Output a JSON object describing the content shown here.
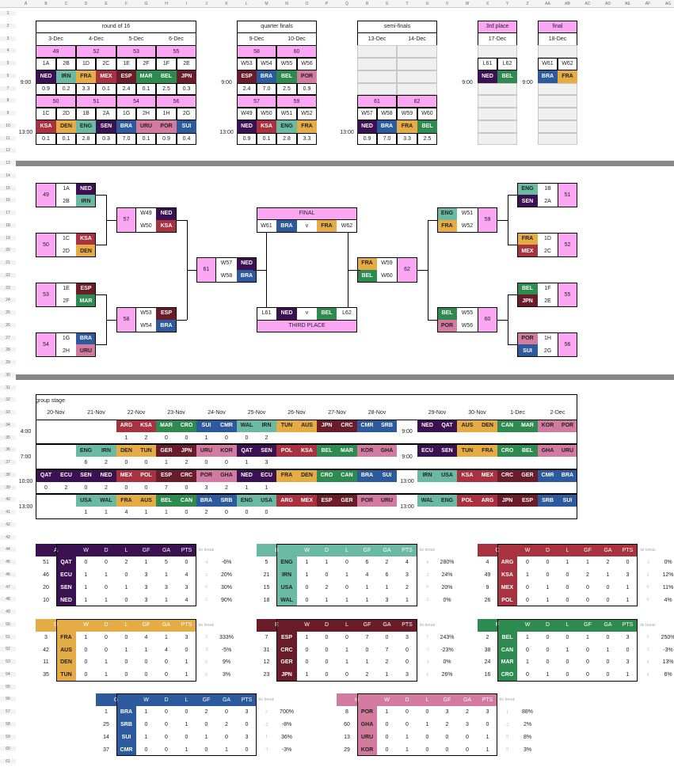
{
  "columns": [
    "A",
    "B",
    "C",
    "D",
    "E",
    "F",
    "G",
    "H",
    "I",
    "J",
    "K",
    "L",
    "M",
    "N",
    "O",
    "P",
    "Q",
    "R",
    "S",
    "T",
    "U",
    "V",
    "W",
    "X",
    "Y",
    "Z",
    "AA",
    "AB",
    "AC",
    "AD",
    "AE",
    "AF",
    "AG"
  ],
  "colors": {
    "NED": "#3b1152",
    "IRN": "#6ab9a2",
    "FRA": "#e5ac45",
    "MEX": "#a83240",
    "ESP": "#6a1c2a",
    "MAR": "#2e8b4f",
    "BEL": "#2e8b4f",
    "JPN": "#6a1c2a",
    "KSA": "#a83240",
    "DEN": "#e5ac45",
    "ENG": "#6ab9a2",
    "SEN": "#3b1152",
    "BRA": "#2d5a9c",
    "URU": "#d27aa0",
    "POR": "#d27aa0",
    "SUI": "#2d5a9c",
    "QAT": "#3b1152",
    "ECU": "#3b1152",
    "USA": "#6ab9a2",
    "WAL": "#6ab9a2",
    "ARG": "#a83240",
    "POL": "#a83240",
    "AUS": "#e5ac45",
    "TUN": "#e5ac45",
    "CRO": "#2e8b4f",
    "CAN": "#2e8b4f",
    "GER": "#6a1c2a",
    "CRC": "#6a1c2a",
    "SRB": "#2d5a9c",
    "CMR": "#2d5a9c",
    "GHA": "#d27aa0",
    "KOR": "#d27aa0",
    "pink": "#fba6f3"
  },
  "times": {
    "t1": "9:00",
    "t2": "13:00",
    "g1": "4:00",
    "g2": "7:00",
    "g3": "10:00",
    "g4": "13:00",
    "r1": "9:00",
    "r2": "13:00"
  },
  "headers": {
    "r16": "round of 16",
    "qf": "quarter finals",
    "sf": "semi-finals",
    "third": "3rd place",
    "final": "final",
    "group_stage": "group stage",
    "bracket_final": "FINAL",
    "bracket_third": "THIRD PLACE",
    "vs": "v",
    "tiebreak": "tie break"
  },
  "r16_dates": [
    "3-Dec",
    "4-Dec",
    "5-Dec",
    "6-Dec"
  ],
  "qf_dates": [
    "9-Dec",
    "10-Dec"
  ],
  "sf_dates": [
    "13-Dec",
    "14-Dec"
  ],
  "third_date": "17-Dec",
  "final_date": "18-Dec",
  "r16_top": [
    {
      "num": "49",
      "s1": "1A",
      "s2": "2B",
      "t1": "NED",
      "t2": "IRN",
      "o1": "0.9",
      "o2": "0.2"
    },
    {
      "num": "52",
      "s1": "1D",
      "s2": "2C",
      "t1": "FRA",
      "t2": "MEX",
      "o1": "3.3",
      "o2": "0.1"
    },
    {
      "num": "53",
      "s1": "1E",
      "s2": "2F",
      "t1": "ESP",
      "t2": "MAR",
      "o1": "2.4",
      "o2": "0.1"
    },
    {
      "num": "55",
      "s1": "1F",
      "s2": "2E",
      "t1": "BEL",
      "t2": "JPN",
      "o1": "2.5",
      "o2": "0.3"
    }
  ],
  "r16_bot": [
    {
      "num": "50",
      "s1": "1C",
      "s2": "2D",
      "t1": "KSA",
      "t2": "DEN",
      "o1": "0.1",
      "o2": "0.1"
    },
    {
      "num": "51",
      "s1": "1B",
      "s2": "2A",
      "t1": "ENG",
      "t2": "SEN",
      "o1": "2.8",
      "o2": "0.3"
    },
    {
      "num": "54",
      "s1": "1G",
      "s2": "2H",
      "t1": "BRA",
      "t2": "URU",
      "o1": "7.0",
      "o2": "0.1"
    },
    {
      "num": "56",
      "s1": "1H",
      "s2": "2G",
      "t1": "POR",
      "t2": "SUI",
      "o1": "0.9",
      "o2": "0.4"
    }
  ],
  "qf_top": [
    {
      "num": "58",
      "s1": "W53",
      "s2": "W54",
      "t1": "ESP",
      "t2": "BRA",
      "o1": "2.4",
      "o2": "7.0"
    },
    {
      "num": "60",
      "s1": "W55",
      "s2": "W56",
      "t1": "BEL",
      "t2": "POR",
      "o1": "2.5",
      "o2": "0.9"
    }
  ],
  "qf_bot": [
    {
      "num": "57",
      "s1": "W49",
      "s2": "W50",
      "t1": "NED",
      "t2": "KSA",
      "o1": "0.9",
      "o2": "0.1"
    },
    {
      "num": "59",
      "s1": "W51",
      "s2": "W52",
      "t1": "ENG",
      "t2": "FRA",
      "o1": "2.8",
      "o2": "3.3"
    }
  ],
  "sf_bot": [
    {
      "num": "61",
      "s1": "W57",
      "s2": "W58",
      "t1": "NED",
      "t2": "BRA",
      "o1": "0.9",
      "o2": "7.0"
    },
    {
      "num": "62",
      "s1": "W59",
      "s2": "W60",
      "t1": "FRA",
      "t2": "BEL",
      "o1": "3.3",
      "o2": "2.5"
    }
  ],
  "third": {
    "s1": "L61",
    "s2": "L62",
    "t1": "NED",
    "t2": "BEL"
  },
  "final": {
    "s1": "W61",
    "s2": "W62",
    "t1": "BRA",
    "t2": "FRA"
  },
  "bracket": {
    "left_r16": [
      {
        "num": "49",
        "s1": "1A",
        "s2": "2B",
        "t1": "NED",
        "t2": "IRN"
      },
      {
        "num": "50",
        "s1": "1C",
        "s2": "2D",
        "t1": "KSA",
        "t2": "DEN"
      },
      {
        "num": "53",
        "s1": "1E",
        "s2": "2F",
        "t1": "ESP",
        "t2": "MAR"
      },
      {
        "num": "54",
        "s1": "1G",
        "s2": "2H",
        "t1": "BRA",
        "t2": "URU"
      }
    ],
    "left_qf": [
      {
        "num": "57",
        "s1": "W49",
        "s2": "W50",
        "t1": "NED",
        "t2": "KSA"
      },
      {
        "num": "58",
        "s1": "W53",
        "s2": "W54",
        "t1": "ESP",
        "t2": "BRA"
      }
    ],
    "left_sf": {
      "num": "61",
      "s1": "W57",
      "s2": "W58",
      "t1": "NED",
      "t2": "BRA"
    },
    "right_r16": [
      {
        "num": "51",
        "s1": "1B",
        "s2": "2A",
        "t1": "ENG",
        "t2": "SEN"
      },
      {
        "num": "52",
        "s1": "1D",
        "s2": "2C",
        "t1": "FRA",
        "t2": "MEX"
      },
      {
        "num": "55",
        "s1": "1F",
        "s2": "2E",
        "t1": "BEL",
        "t2": "JPN"
      },
      {
        "num": "56",
        "s1": "1H",
        "s2": "2G",
        "t1": "POR",
        "t2": "SUI"
      }
    ],
    "right_qf": [
      {
        "num": "59",
        "s1": "W51",
        "s2": "W52",
        "t1": "ENG",
        "t2": "FRA"
      },
      {
        "num": "60",
        "s1": "W55",
        "s2": "W56",
        "t1": "BEL",
        "t2": "POR"
      }
    ],
    "right_sf": {
      "num": "62",
      "s1": "W59",
      "s2": "W60",
      "t1": "FRA",
      "t2": "BEL"
    }
  },
  "group_dates_left": [
    "20-Nov",
    "21-Nov",
    "22-Nov",
    "23-Nov",
    "24-Nov",
    "25-Nov",
    "26-Nov",
    "27-Nov",
    "28-Nov"
  ],
  "group_dates_right": [
    "29-Nov",
    "30-Nov",
    "1-Dec",
    "2-Dec"
  ],
  "group_rows": [
    {
      "slots": [
        null,
        null,
        [
          "ARG",
          "KSA",
          "1",
          "2"
        ],
        [
          "MAR",
          "CRO",
          "0",
          "0"
        ],
        [
          "SUI",
          "CMR",
          "1",
          "0"
        ],
        [
          "WAL",
          "IRN",
          "0",
          "2"
        ],
        [
          "TUN",
          "AUS",
          null,
          null
        ],
        [
          "JPN",
          "CRC",
          null,
          null
        ],
        [
          "CMR",
          "SRB",
          null,
          null
        ]
      ],
      "right": [
        [
          "NED",
          "QAT"
        ],
        [
          "AUS",
          "DEN"
        ],
        [
          "CAN",
          "MAR"
        ],
        [
          "KOR",
          "POR"
        ]
      ]
    },
    {
      "slots": [
        null,
        [
          "ENG",
          "IRN",
          "6",
          "2"
        ],
        [
          "DEN",
          "TUN",
          "0",
          "0"
        ],
        [
          "GER",
          "JPN",
          "1",
          "2"
        ],
        [
          "URU",
          "KOR",
          "0",
          "0"
        ],
        [
          "QAT",
          "SEN",
          "1",
          "3"
        ],
        [
          "POL",
          "KSA",
          null,
          null
        ],
        [
          "BEL",
          "MAR",
          null,
          null
        ],
        [
          "KOR",
          "GHA",
          null,
          null
        ]
      ],
      "right": [
        [
          "ECU",
          "SEN"
        ],
        [
          "TUN",
          "FRA"
        ],
        [
          "CRO",
          "BEL"
        ],
        [
          "GHA",
          "URU"
        ]
      ]
    },
    {
      "slots": [
        [
          "QAT",
          "ECU",
          "0",
          "2"
        ],
        [
          "SEN",
          "NED",
          "0",
          "2"
        ],
        [
          "MEX",
          "POL",
          "0",
          "0"
        ],
        [
          "ESP",
          "CRC",
          "7",
          "0"
        ],
        [
          "POR",
          "GHA",
          "3",
          "2"
        ],
        [
          "NED",
          "ECU",
          "1",
          "1"
        ],
        [
          "FRA",
          "DEN",
          null,
          null
        ],
        [
          "CRO",
          "CAN",
          null,
          null
        ],
        [
          "BRA",
          "SUI",
          null,
          null
        ]
      ],
      "right": [
        [
          "IRN",
          "USA"
        ],
        [
          "KSA",
          "MEX"
        ],
        [
          "CRC",
          "GER"
        ],
        [
          "CMR",
          "BRA"
        ]
      ]
    },
    {
      "slots": [
        null,
        [
          "USA",
          "WAL",
          "1",
          "1"
        ],
        [
          "FRA",
          "AUS",
          "4",
          "1"
        ],
        [
          "BEL",
          "CAN",
          "1",
          "0"
        ],
        [
          "BRA",
          "SRB",
          "2",
          "0"
        ],
        [
          "ENG",
          "USA",
          "0",
          "0"
        ],
        [
          "ARG",
          "MEX",
          null,
          null
        ],
        [
          "ESP",
          "GER",
          null,
          null
        ],
        [
          "POR",
          "URU",
          null,
          null
        ]
      ],
      "right": [
        [
          "WAL",
          "ENG"
        ],
        [
          "POL",
          "ARG"
        ],
        [
          "JPN",
          "ESP"
        ],
        [
          "SRB",
          "SUI"
        ]
      ]
    }
  ],
  "table_cols": [
    "W",
    "D",
    "L",
    "GF",
    "GA",
    "PTS"
  ],
  "groups": [
    {
      "name": "A",
      "color": "#3b1152",
      "rows": [
        {
          "r": "51",
          "t": "QAT",
          "v": [
            "0",
            "0",
            "2",
            "1",
            "5",
            "0"
          ],
          "tb": "-4",
          "p": "-6%"
        },
        {
          "r": "46",
          "t": "ECU",
          "v": [
            "1",
            "1",
            "0",
            "3",
            "1",
            "4"
          ],
          "tb": "2",
          "p": "20%"
        },
        {
          "r": "20",
          "t": "SEN",
          "v": [
            "1",
            "0",
            "1",
            "3",
            "3",
            "3"
          ],
          "tb": "0",
          "p": "30%"
        },
        {
          "r": "10",
          "t": "NED",
          "v": [
            "1",
            "1",
            "0",
            "3",
            "1",
            "4"
          ],
          "tb": "2",
          "p": "90%"
        }
      ]
    },
    {
      "name": "B",
      "color": "#6ab9a2",
      "rows": [
        {
          "r": "5",
          "t": "ENG",
          "v": [
            "1",
            "1",
            "0",
            "6",
            "2",
            "4"
          ],
          "tb": "4",
          "p": "280%"
        },
        {
          "r": "21",
          "t": "IRN",
          "v": [
            "1",
            "0",
            "1",
            "4",
            "6",
            "3"
          ],
          "tb": "-2",
          "p": "24%"
        },
        {
          "r": "15",
          "t": "USA",
          "v": [
            "0",
            "2",
            "0",
            "1",
            "1",
            "2"
          ],
          "tb": "0",
          "p": "20%"
        },
        {
          "r": "18",
          "t": "WAL",
          "v": [
            "0",
            "1",
            "1",
            "1",
            "3",
            "1"
          ],
          "tb": "-2",
          "p": "0%"
        }
      ]
    },
    {
      "name": "C",
      "color": "#a83240",
      "rows": [
        {
          "r": "4",
          "t": "ARG",
          "v": [
            "0",
            "0",
            "1",
            "1",
            "2",
            "0"
          ],
          "tb": "-1",
          "p": "0%"
        },
        {
          "r": "49",
          "t": "KSA",
          "v": [
            "1",
            "0",
            "0",
            "2",
            "1",
            "3"
          ],
          "tb": "1",
          "p": "12%"
        },
        {
          "r": "9",
          "t": "MEX",
          "v": [
            "0",
            "1",
            "0",
            "0",
            "0",
            "1"
          ],
          "tb": "0",
          "p": "11%"
        },
        {
          "r": "26",
          "t": "POL",
          "v": [
            "0",
            "1",
            "0",
            "0",
            "0",
            "1"
          ],
          "tb": "0",
          "p": "4%"
        }
      ]
    },
    {
      "name": "D",
      "color": "#e5ac45",
      "rows": [
        {
          "r": "3",
          "t": "FRA",
          "v": [
            "1",
            "0",
            "0",
            "4",
            "1",
            "3"
          ],
          "tb": "3",
          "p": "333%"
        },
        {
          "r": "42",
          "t": "AUS",
          "v": [
            "0",
            "0",
            "1",
            "1",
            "4",
            "0"
          ],
          "tb": "-3",
          "p": "-5%"
        },
        {
          "r": "11",
          "t": "DEN",
          "v": [
            "0",
            "1",
            "0",
            "0",
            "0",
            "1"
          ],
          "tb": "0",
          "p": "9%"
        },
        {
          "r": "35",
          "t": "TUN",
          "v": [
            "0",
            "1",
            "0",
            "0",
            "0",
            "1"
          ],
          "tb": "0",
          "p": "3%"
        }
      ]
    },
    {
      "name": "E",
      "color": "#6a1c2a",
      "rows": [
        {
          "r": "7",
          "t": "ESP",
          "v": [
            "1",
            "0",
            "0",
            "7",
            "0",
            "3"
          ],
          "tb": "7",
          "p": "243%"
        },
        {
          "r": "31",
          "t": "CRC",
          "v": [
            "0",
            "0",
            "1",
            "0",
            "7",
            "0"
          ],
          "tb": "-7",
          "p": "-23%"
        },
        {
          "r": "12",
          "t": "GER",
          "v": [
            "0",
            "0",
            "1",
            "1",
            "2",
            "0"
          ],
          "tb": "-1",
          "p": "0%"
        },
        {
          "r": "23",
          "t": "JPN",
          "v": [
            "1",
            "0",
            "0",
            "2",
            "1",
            "3"
          ],
          "tb": "1",
          "p": "26%"
        }
      ]
    },
    {
      "name": "F",
      "color": "#2e8b4f",
      "rows": [
        {
          "r": "2",
          "t": "BEL",
          "v": [
            "1",
            "0",
            "0",
            "1",
            "0",
            "3"
          ],
          "tb": "1",
          "p": "250%"
        },
        {
          "r": "38",
          "t": "CAN",
          "v": [
            "0",
            "0",
            "1",
            "0",
            "1",
            "0"
          ],
          "tb": "-1",
          "p": "-3%"
        },
        {
          "r": "24",
          "t": "MAR",
          "v": [
            "1",
            "0",
            "0",
            "0",
            "0",
            "3"
          ],
          "tb": "0",
          "p": "13%"
        },
        {
          "r": "16",
          "t": "CRO",
          "v": [
            "0",
            "1",
            "0",
            "0",
            "0",
            "1"
          ],
          "tb": "0",
          "p": "6%"
        }
      ]
    },
    {
      "name": "G",
      "color": "#2d5a9c",
      "rows": [
        {
          "r": "1",
          "t": "BRA",
          "v": [
            "1",
            "0",
            "0",
            "2",
            "0",
            "3"
          ],
          "tb": "2",
          "p": "700%"
        },
        {
          "r": "25",
          "t": "SRB",
          "v": [
            "0",
            "0",
            "1",
            "0",
            "2",
            "0"
          ],
          "tb": "-2",
          "p": "-8%"
        },
        {
          "r": "14",
          "t": "SUI",
          "v": [
            "1",
            "0",
            "0",
            "1",
            "0",
            "3"
          ],
          "tb": "1",
          "p": "36%"
        },
        {
          "r": "37",
          "t": "CMR",
          "v": [
            "0",
            "0",
            "1",
            "0",
            "1",
            "0"
          ],
          "tb": "-1",
          "p": "-3%"
        }
      ]
    },
    {
      "name": "H",
      "color": "#d27aa0",
      "rows": [
        {
          "r": "8",
          "t": "POR",
          "v": [
            "1",
            "0",
            "0",
            "3",
            "2",
            "3"
          ],
          "tb": "1",
          "p": "88%"
        },
        {
          "r": "60",
          "t": "GHA",
          "v": [
            "0",
            "0",
            "1",
            "2",
            "3",
            "0"
          ],
          "tb": "-1",
          "p": "2%"
        },
        {
          "r": "13",
          "t": "URU",
          "v": [
            "0",
            "1",
            "0",
            "0",
            "0",
            "1"
          ],
          "tb": "0",
          "p": "8%"
        },
        {
          "r": "29",
          "t": "KOR",
          "v": [
            "0",
            "1",
            "0",
            "0",
            "0",
            "1"
          ],
          "tb": "0",
          "p": "3%"
        }
      ]
    }
  ]
}
